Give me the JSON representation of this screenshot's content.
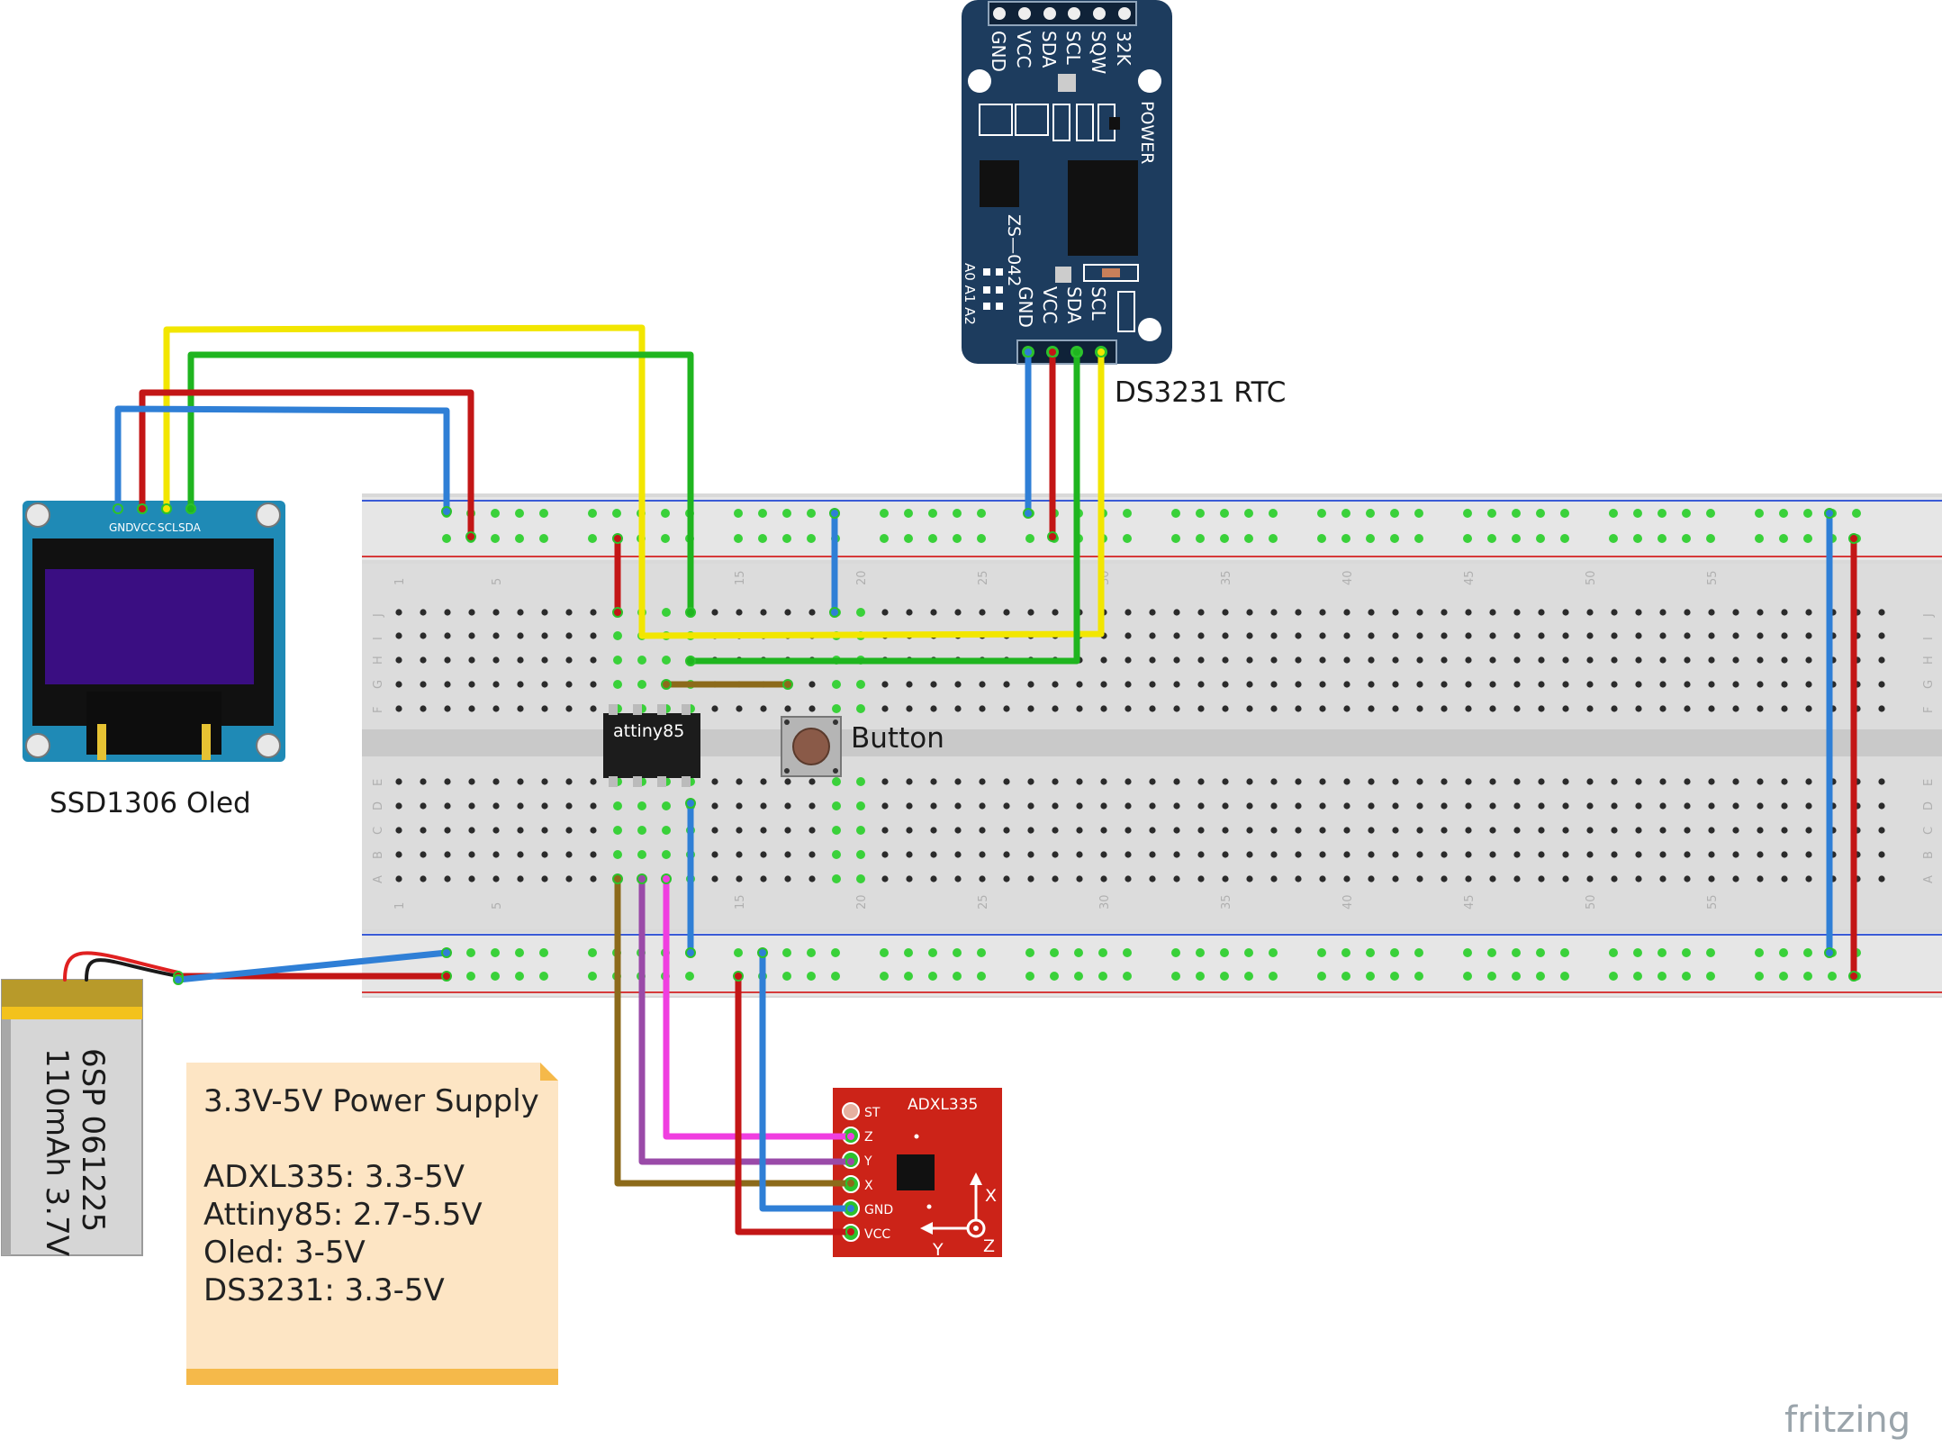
{
  "labels": {
    "oled": "SSD1306 Oled",
    "rtc": "DS3231 RTC",
    "button": "Button",
    "chip": "attiny85",
    "brand": "fritzing"
  },
  "oled": {
    "pins": [
      "GND",
      "VCC",
      "SCL",
      "SDA"
    ]
  },
  "rtc": {
    "top_pins": [
      "GND",
      "VCC",
      "SDA",
      "SCL",
      "SQW",
      "32K"
    ],
    "bottom_pins": [
      "GND",
      "VCC",
      "SDA",
      "SCL"
    ],
    "model": "ZS—042",
    "power": "POWER",
    "address": "A0 A1 A2"
  },
  "accel": {
    "title": "ADXL335",
    "pins": [
      "ST",
      "Z",
      "Y",
      "X",
      "GND",
      "VCC"
    ],
    "axes": [
      "X",
      "Y",
      "Z"
    ]
  },
  "battery": {
    "line1": "6SP 061225",
    "line2": "110mAh 3.7V"
  },
  "note": {
    "title": "3.3V-5V Power Supply",
    "lines": [
      "ADXL335: 3.3-5V",
      "Attiny85: 2.7-5.5V",
      "Oled: 3-5V",
      "DS3231: 3.3-5V"
    ]
  },
  "breadboard": {
    "row_letters_top": [
      "J",
      "I",
      "H",
      "G",
      "F"
    ],
    "row_letters_bottom": [
      "E",
      "D",
      "C",
      "B",
      "A"
    ],
    "column_numbers": [
      "1",
      "5",
      "15",
      "20",
      "25",
      "30",
      "35",
      "40",
      "45",
      "50",
      "55"
    ]
  },
  "colors": {
    "wire_yellow": "#f2e600",
    "wire_green": "#1fb51f",
    "wire_red": "#c31616",
    "wire_blue": "#2f7fd6",
    "wire_brown": "#8c6a1a",
    "wire_purple": "#9a4aa8",
    "wire_magenta": "#f03ee0",
    "rtc_board": "#1d3c5e",
    "oled_board": "#1f8ab6",
    "accel_board": "#cc2318",
    "note_bg": "#fde5c4"
  }
}
